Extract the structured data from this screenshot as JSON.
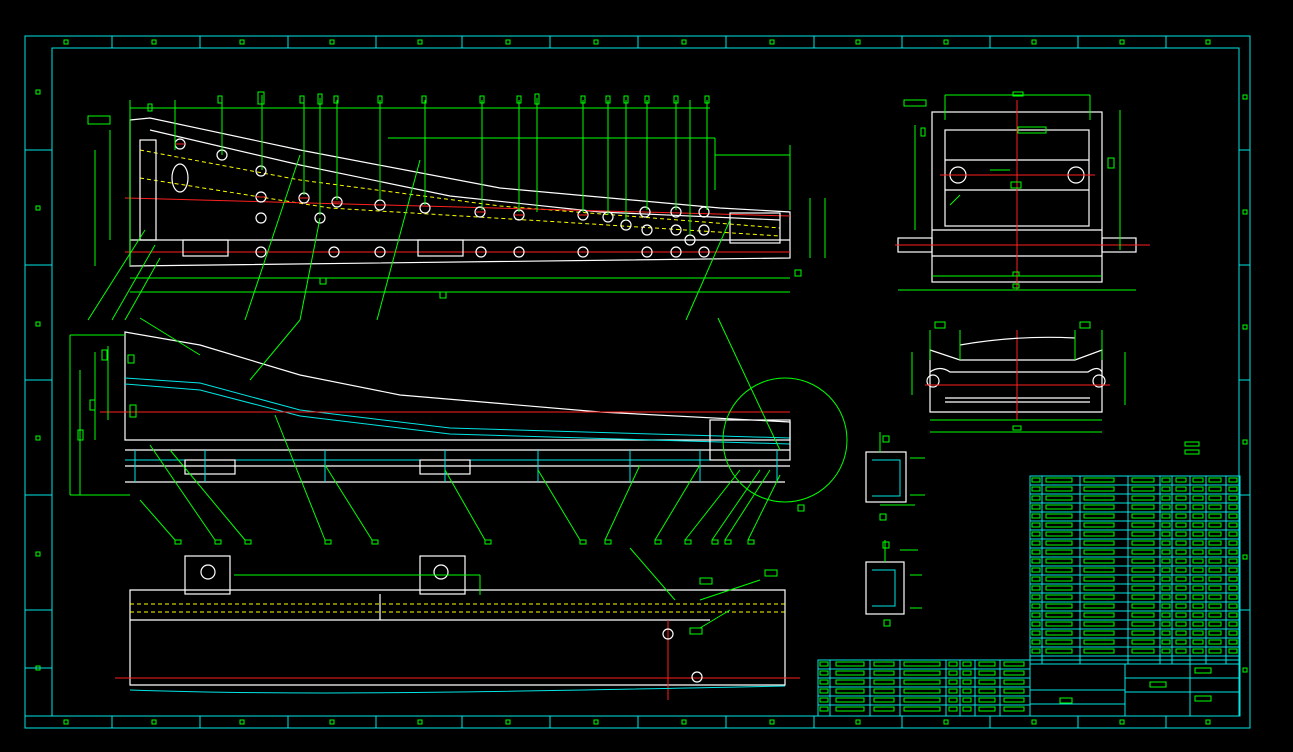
{
  "colors": {
    "background": "#000000",
    "frame": "#00e5e5",
    "dimension": "#00ff00",
    "outline": "#ffffff",
    "centerline": "#ff2020",
    "hidden_line": "#ffff00"
  },
  "views": [
    {
      "name": "plan-view"
    },
    {
      "name": "elevation-section-view"
    },
    {
      "name": "side-end-view"
    },
    {
      "name": "cross-section-view"
    },
    {
      "name": "bottom-view"
    },
    {
      "name": "detail-view"
    }
  ]
}
